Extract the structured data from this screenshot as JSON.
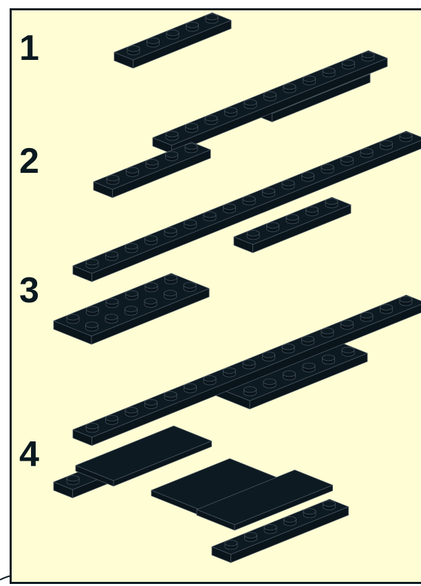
{
  "steps": [
    {
      "number": "1"
    },
    {
      "number": "2"
    },
    {
      "number": "3"
    },
    {
      "number": "4"
    }
  ],
  "colors": {
    "background": "#fffdd4",
    "frame": "#0a1820",
    "brick_top": "#0e1a22",
    "brick_side": "#0a141b",
    "brick_edge": "#4a5660"
  },
  "parts": {
    "brick_color_name": "black",
    "icon": "lego-plate"
  }
}
